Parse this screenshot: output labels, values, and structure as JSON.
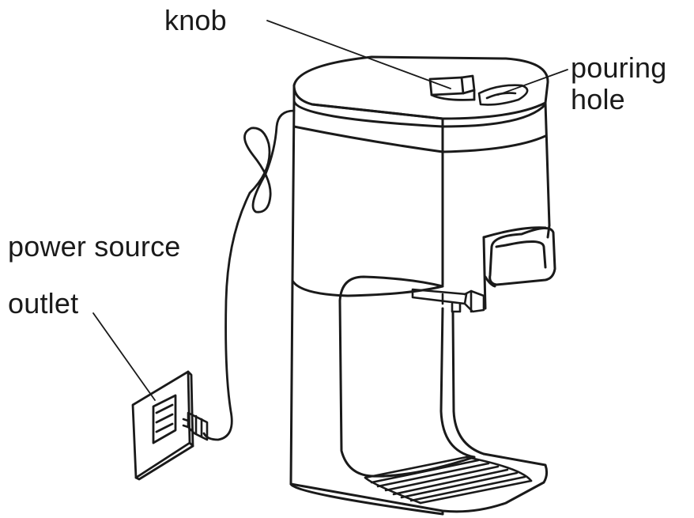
{
  "labels": {
    "knob": "knob",
    "pouring_hole_line1": "pouring",
    "pouring_hole_line2": "hole",
    "power_source": "power source",
    "outlet": "outlet"
  },
  "colors": {
    "line": "#1a1a1a",
    "background": "#ffffff"
  }
}
